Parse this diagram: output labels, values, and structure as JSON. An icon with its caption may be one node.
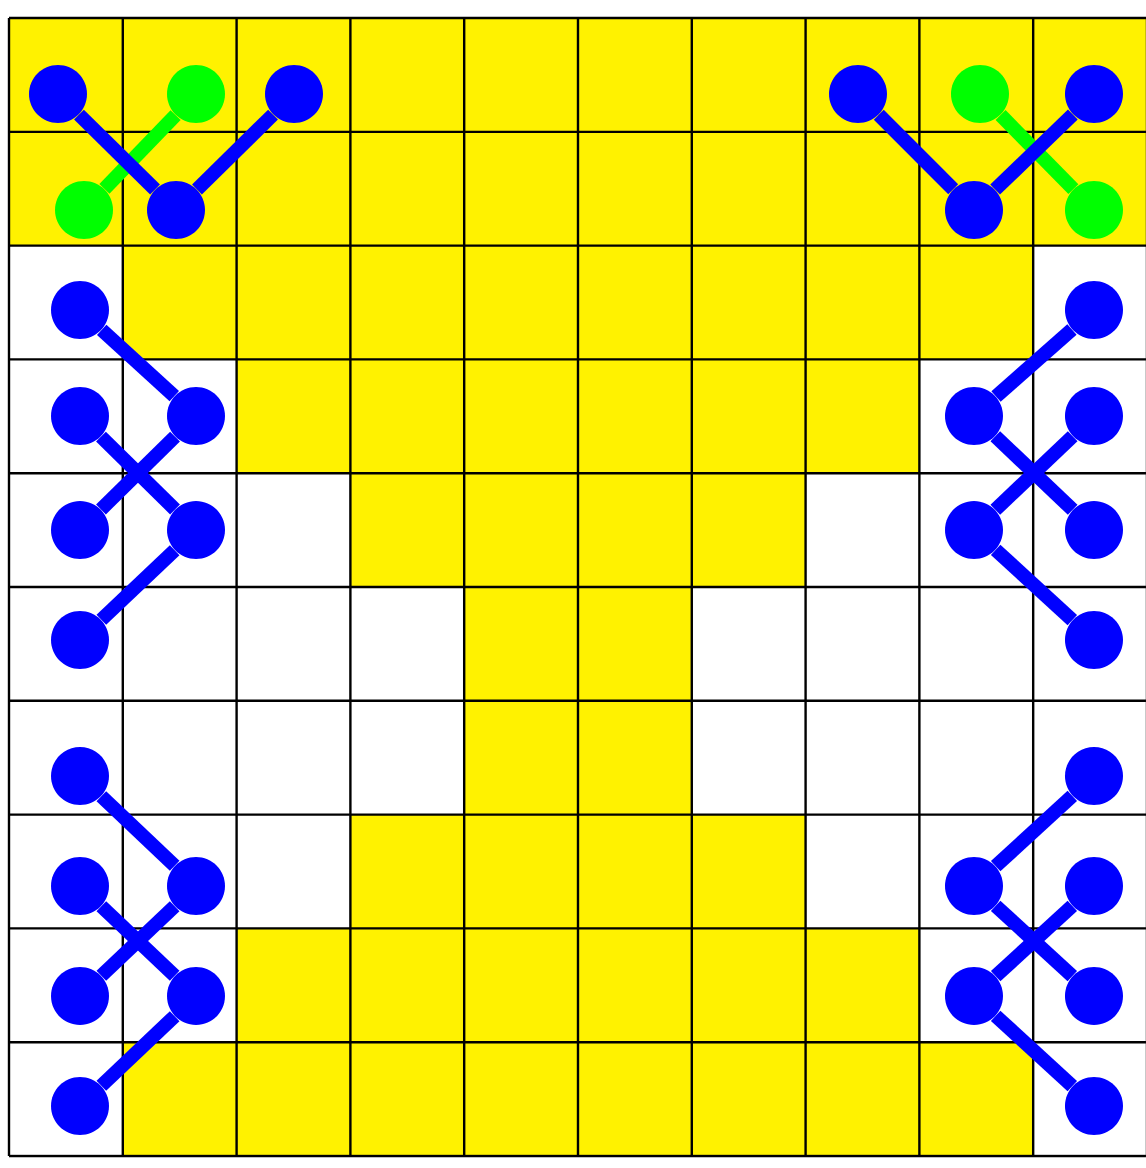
{
  "diagram": {
    "nodes": [
      {
        "text": [],
        "shape": "circle"
      },
      {
        "text": [],
        "shape": "circle"
      },
      {
        "text": [],
        "shape": "circle"
      },
      {
        "text": [],
        "shape": "circle"
      },
      {
        "text": [],
        "shape": "circle"
      },
      {
        "text": [],
        "shape": "circle"
      },
      {
        "text": [],
        "shape": "circle"
      },
      {
        "text": [],
        "shape": "circle"
      },
      {
        "text": [],
        "shape": "circle"
      },
      {
        "text": [],
        "shape": "circle"
      },
      {
        "text": [],
        "shape": "circle"
      },
      {
        "text": [],
        "shape": "circle"
      },
      {
        "text": [],
        "shape": "circle"
      },
      {
        "text": [],
        "shape": "circle"
      },
      {
        "text": [],
        "shape": "circle"
      },
      {
        "text": [],
        "shape": "circle"
      },
      {
        "text": [],
        "shape": "circle"
      },
      {
        "text": [],
        "shape": "circle"
      },
      {
        "text": [],
        "shape": "circle"
      },
      {
        "text": [],
        "shape": "circle"
      },
      {
        "text": [],
        "shape": "circle"
      },
      {
        "text": [],
        "shape": "circle"
      },
      {
        "text": [],
        "shape": "circle"
      },
      {
        "text": [],
        "shape": "circle"
      },
      {
        "text": [],
        "shape": "circle"
      },
      {
        "text": [],
        "shape": "circle"
      },
      {
        "text": [],
        "shape": "circle"
      },
      {
        "text": [],
        "shape": "circle"
      },
      {
        "text": [],
        "shape": "circle"
      },
      {
        "text": [],
        "shape": "circle"
      },
      {
        "text": [],
        "shape": "circle"
      },
      {
        "text": [],
        "shape": "circle"
      },
      {
        "text": [],
        "shape": "circle"
      },
      {
        "text": [],
        "shape": "circle"
      }
    ],
    "edges": [
      {
        "from": 6,
        "to": 1,
        "arrow": "none",
        "color": "#00ff00"
      },
      {
        "from": 0,
        "to": 7,
        "arrow": "none"
      },
      {
        "from": 7,
        "to": 2,
        "arrow": "none"
      },
      {
        "from": 4,
        "to": 9,
        "arrow": "none",
        "color": "#00ff00"
      },
      {
        "from": 3,
        "to": 8,
        "arrow": "none"
      },
      {
        "from": 8,
        "to": 5,
        "arrow": "none"
      },
      {
        "from": 10,
        "to": 13,
        "arrow": "none"
      },
      {
        "from": 12,
        "to": 17,
        "arrow": "none"
      },
      {
        "from": 13,
        "to": 16,
        "arrow": "none"
      },
      {
        "from": 17,
        "to": 20,
        "arrow": "none"
      },
      {
        "from": 11,
        "to": 14,
        "arrow": "none"
      },
      {
        "from": 14,
        "to": 19,
        "arrow": "none"
      },
      {
        "from": 15,
        "to": 18,
        "arrow": "none"
      },
      {
        "from": 18,
        "to": 21,
        "arrow": "none"
      },
      {
        "from": 22,
        "to": 25,
        "arrow": "none"
      },
      {
        "from": 24,
        "to": 29,
        "arrow": "none"
      },
      {
        "from": 25,
        "to": 28,
        "arrow": "none"
      },
      {
        "from": 29,
        "to": 32,
        "arrow": "none"
      },
      {
        "from": 23,
        "to": 26,
        "arrow": "none"
      },
      {
        "from": 26,
        "to": 31,
        "arrow": "none"
      },
      {
        "from": 27,
        "to": 30,
        "arrow": "none"
      },
      {
        "from": 30,
        "to": 33,
        "arrow": "none"
      }
    ]
  }
}
